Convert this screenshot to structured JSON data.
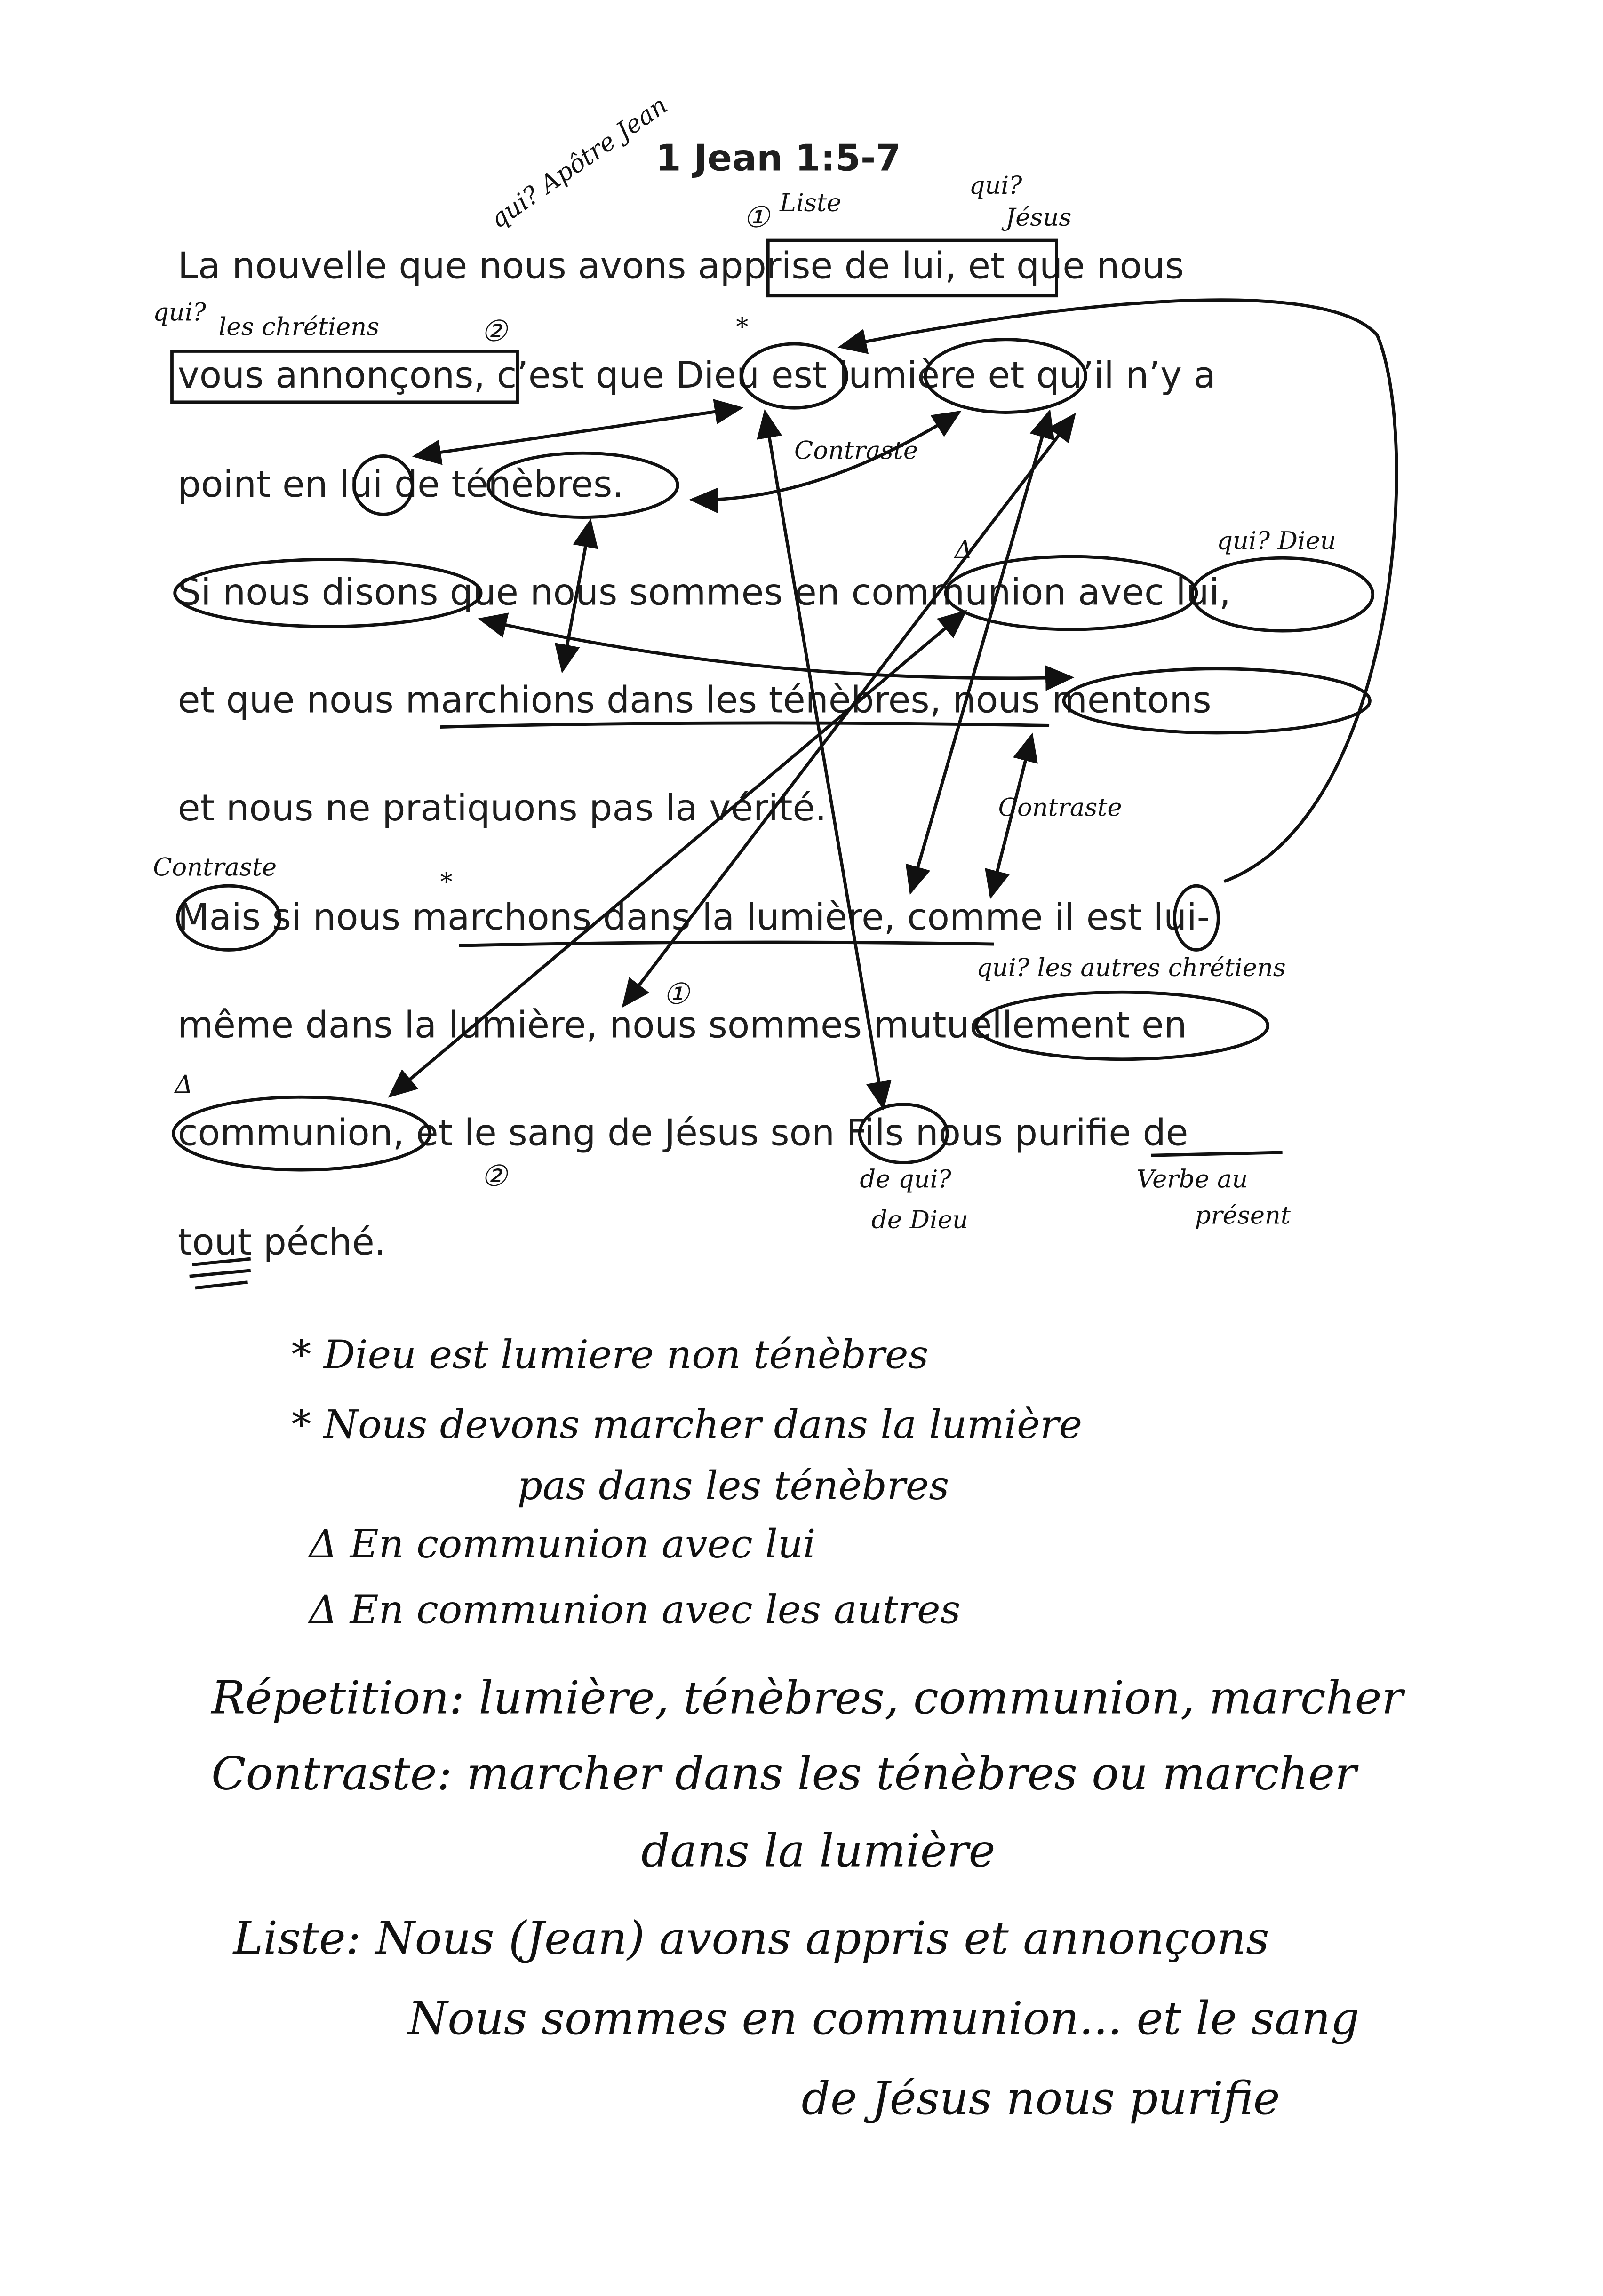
{
  "title": "1 Jean 1:5-7",
  "lines": [
    "La nouvelle que nous avons apprise de lui, et que nous",
    "vous annonçons, c’est que Dieu est lumière et qu’il n’y a",
    "point en lui de ténèbres.",
    "Si nous disons que nous sommes en communion avec lui,",
    "et que nous marchions dans les ténèbres, nous mentons",
    "et nous ne pratiquons pas la vérité.",
    "Mais si nous marchons dans la lumière, comme il est lui-",
    "même dans la lumière, nous sommes mutuellement en",
    "communion, et le sang de Jésus son Fils nous purifie de",
    "tout péché."
  ],
  "annotations": {
    "qui_apotre_jean": "qui? Apôtre Jean",
    "liste_num": "①",
    "liste": "Liste",
    "qui_jesus_1": "qui?",
    "qui_jesus_2": "Jésus",
    "qui_chretiens_1": "qui?",
    "qui_chretiens_2": "les chrétiens",
    "num_2_top": "②",
    "contraste_1": "Contraste",
    "qui_dieu": "qui? Dieu",
    "contraste_2": "Contraste",
    "contraste_3": "Contraste",
    "qui_autres": "qui? les autres chrétiens",
    "num_1_mid": "①",
    "num_2_bottom": "②",
    "de_qui": "de qui?",
    "de_dieu": "de Dieu",
    "verbe": "Verbe au",
    "present": "présent",
    "star": "*",
    "delta": "Δ"
  },
  "notes": [
    "* Dieu est lumiere non ténèbres",
    "* Nous devons marcher dans la lumière",
    "pas dans les ténèbres",
    "Δ En communion avec lui",
    "Δ En communion avec les autres",
    "Répetition: lumière, ténèbres, communion, marcher",
    "Contraste: marcher dans les ténèbres ou marcher",
    "dans la lumière",
    "Liste: Nous (Jean) avons appris et annonçons",
    "Nous sommes en communion... et le sang",
    "de Jésus nous purifie"
  ]
}
